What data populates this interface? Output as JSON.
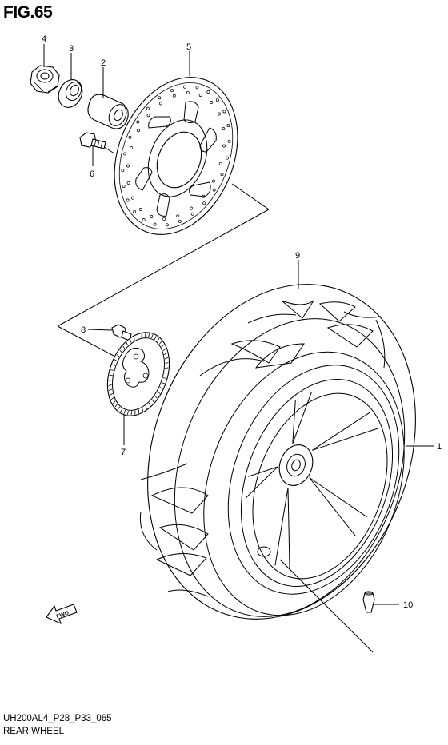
{
  "figure": {
    "title": "FIG.65",
    "code": "UH200AL4_P28_P33_065",
    "name": "REAR WHEEL"
  },
  "callouts": [
    "1",
    "2",
    "3",
    "4",
    "5",
    "6",
    "7",
    "8",
    "9",
    "10"
  ],
  "fwd_arrow": {
    "label": "FWD"
  }
}
